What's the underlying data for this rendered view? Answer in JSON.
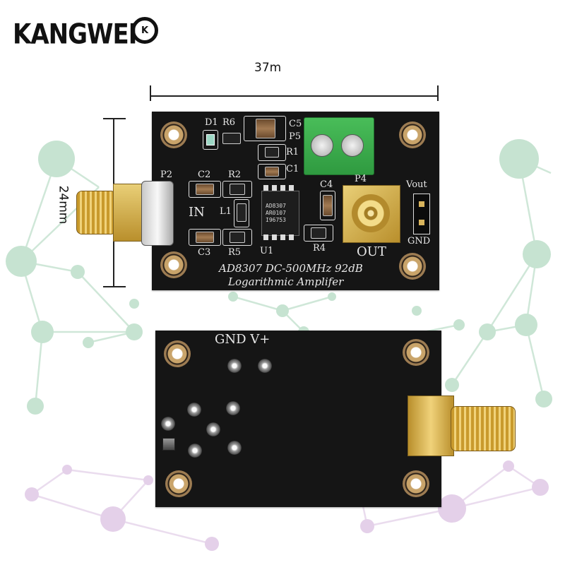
{
  "branding": {
    "logo_text": "KANGWEI",
    "logo_badge": "K"
  },
  "dimensions": {
    "width_label": "37m",
    "height_label": "24mm"
  },
  "board_top": {
    "silkscreen": {
      "d1": "D1",
      "r6": "R6",
      "c5": "C5",
      "p5": "P5",
      "r1": "R1",
      "c1": "C1",
      "p2": "P2",
      "c2": "C2",
      "r2": "R2",
      "in": "IN",
      "l1": "L1",
      "c3": "C3",
      "r5": "R5",
      "u1": "U1",
      "c4": "C4",
      "r4": "R4",
      "p4": "P4",
      "out": "OUT",
      "vout": "Vout",
      "gnd": "GND",
      "title": "AD8307 DC-500MHz 92dB",
      "subtitle": "Logarithmic Amplifer"
    },
    "chip_marking": [
      "AD8307",
      "AR0107",
      "I96753"
    ]
  },
  "board_bottom": {
    "silkscreen": {
      "gnd_vplus": "GND V+"
    }
  },
  "colors": {
    "pcb": "#151515",
    "terminal_block": "#3aa84a",
    "sma_gold": "#c9a23a",
    "network_green": "#b9dfc9",
    "network_purple": "#e6d3ea"
  }
}
